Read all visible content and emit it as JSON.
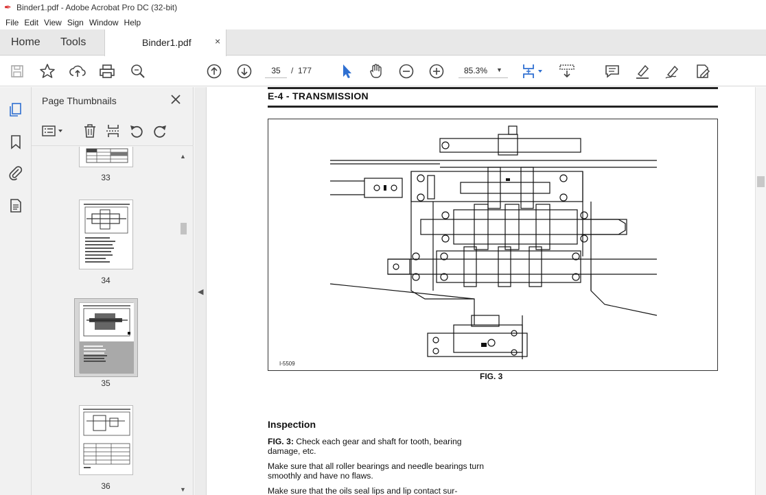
{
  "window": {
    "title": "Binder1.pdf - Adobe Acrobat Pro DC (32-bit)"
  },
  "menu": {
    "items": [
      "File",
      "Edit",
      "View",
      "Sign",
      "Window",
      "Help"
    ]
  },
  "tabs": {
    "home": "Home",
    "tools": "Tools",
    "document": "Binder1.pdf",
    "close_symbol": "×"
  },
  "toolbar": {
    "current_page": "35",
    "separator": "/",
    "total_pages": "177",
    "zoom": "85.3%",
    "icons": [
      "save-icon",
      "bookmark-star-icon",
      "upload-icon",
      "print-icon",
      "find-zoom-icon",
      "previous-page-icon",
      "next-page-icon",
      "select-cursor-icon",
      "hand-icon",
      "zoom-out-icon",
      "zoom-in-icon",
      "fit-page-icon",
      "scroll-mode-icon",
      "comment-icon",
      "highlight-icon",
      "sign-icon",
      "edit-pdf-icon"
    ]
  },
  "thumbnail_panel": {
    "title": "Page Thumbnails",
    "pages": [
      {
        "number": "33"
      },
      {
        "number": "34"
      },
      {
        "number": "35",
        "selected": true
      },
      {
        "number": "36"
      }
    ]
  },
  "colors": {
    "accent_blue": "#2e6fd1",
    "tab_bar": "#e8e8e8",
    "panel_bg": "#f1f1f1",
    "selected_thumb": "#d6d6d6"
  },
  "document": {
    "section_title": "E-4  -  TRANSMISSION",
    "figure_code": "I-5509",
    "figure_caption": "FIG.  3",
    "inspection_heading": "Inspection",
    "para1_lead": "FIG.  3:",
    "para1_text": " Check each gear and shaft for tooth, bearing damage, etc.",
    "para2": "Make sure that all roller bearings and needle bearings turn smoothly and have no flaws.",
    "para3": "Make sure that the oils seal lips and lip contact sur-"
  }
}
